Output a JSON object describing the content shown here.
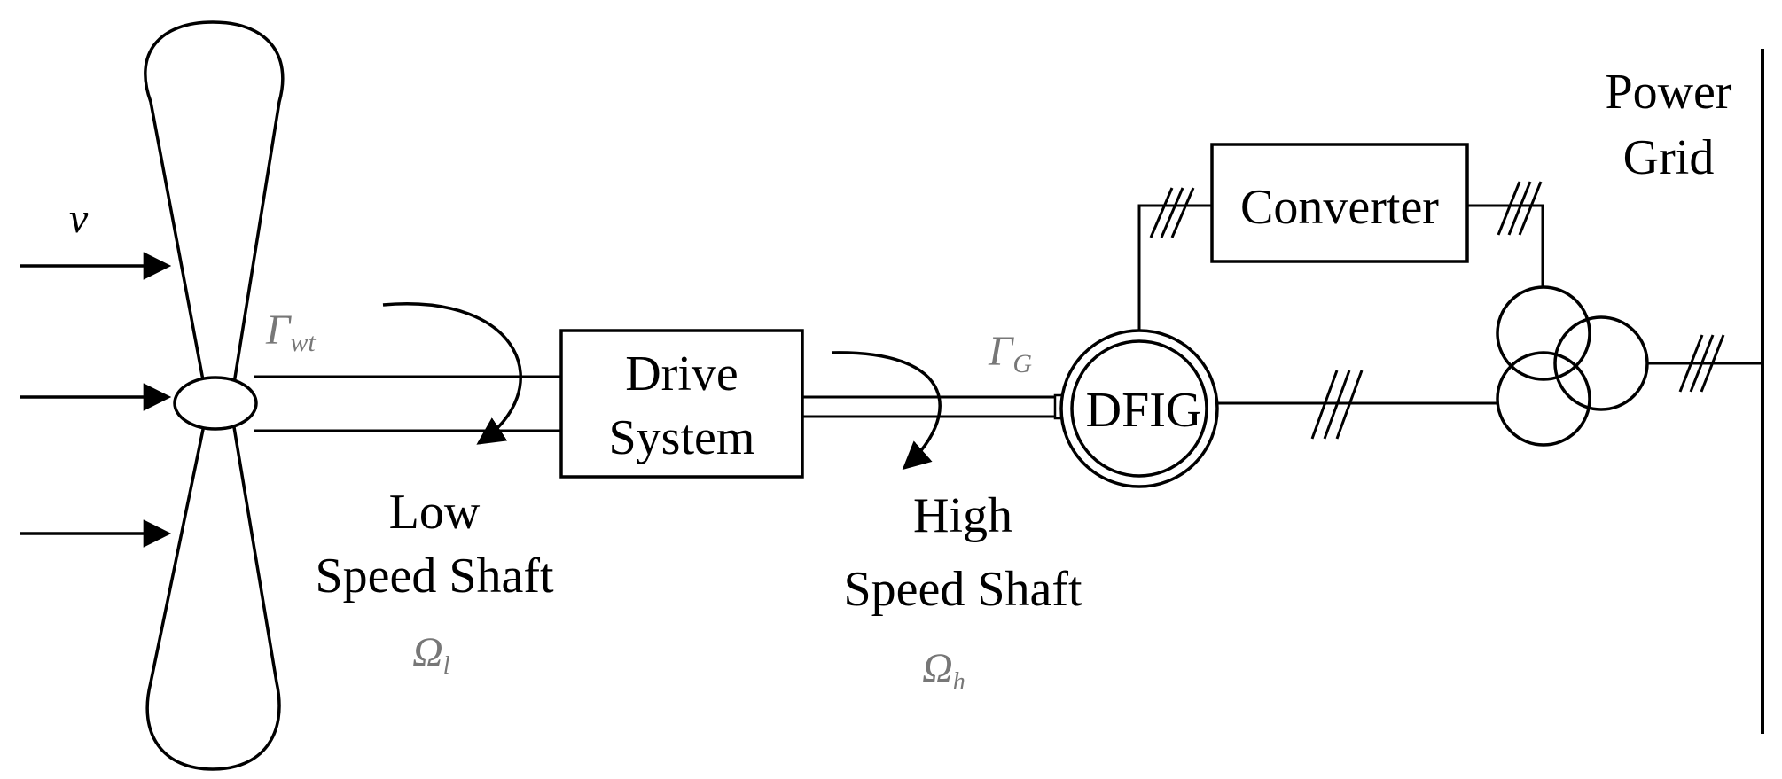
{
  "wind_speed_symbol": "v",
  "turbine_torque_symbol": "Γ",
  "turbine_torque_subscript": "wt",
  "generator_torque_symbol": "Γ",
  "generator_torque_subscript": "G",
  "drive_system": {
    "line1": "Drive",
    "line2": "System"
  },
  "generator": "DFIG",
  "converter": "Converter",
  "power_grid": {
    "line1": "Power",
    "line2": "Grid"
  },
  "low_speed_shaft": {
    "line1": "Low",
    "line2": "Speed Shaft",
    "symbol": "Ω",
    "subscript": "l"
  },
  "high_speed_shaft": {
    "line1": "High",
    "line2": "Speed Shaft",
    "symbol": "Ω",
    "subscript": "h"
  }
}
